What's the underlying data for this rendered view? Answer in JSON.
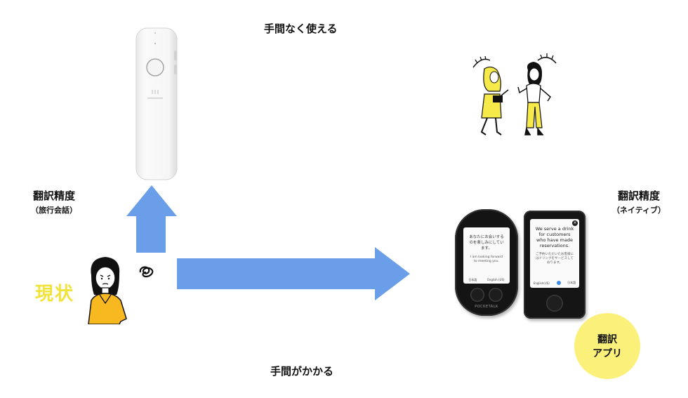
{
  "top_label": "手間なく使える",
  "bottom_label": "手間がかかる",
  "left_axis": {
    "title": "翻訳精度",
    "subtitle": "（旅行会話）"
  },
  "right_axis": {
    "title": "翻訳精度",
    "subtitle": "（ネイティブ）"
  },
  "current_label": "現状",
  "app_badge": {
    "line1": "翻訳",
    "line2": "アプリ"
  },
  "device_left": {
    "screen_text": "あなたにお会いするのを楽しみにしています。",
    "screen_text_en": "I am looking forward to meeting you.",
    "lang_a": "日本語",
    "lang_b": "English (US)",
    "brand": "POCKETALK"
  },
  "device_right": {
    "screen_text": "We serve a drink for customers who have made reservations.",
    "screen_text_jp": "ご予約いただいたお客様にはドリンクをサービスしております。",
    "lang_a": "English(US)",
    "lang_b": "日本語"
  },
  "colors": {
    "arrow": "#6a9ee8",
    "yellow": "#f6e94a",
    "app_circle": "#fbf07a",
    "current_text": "#f2e33a"
  }
}
